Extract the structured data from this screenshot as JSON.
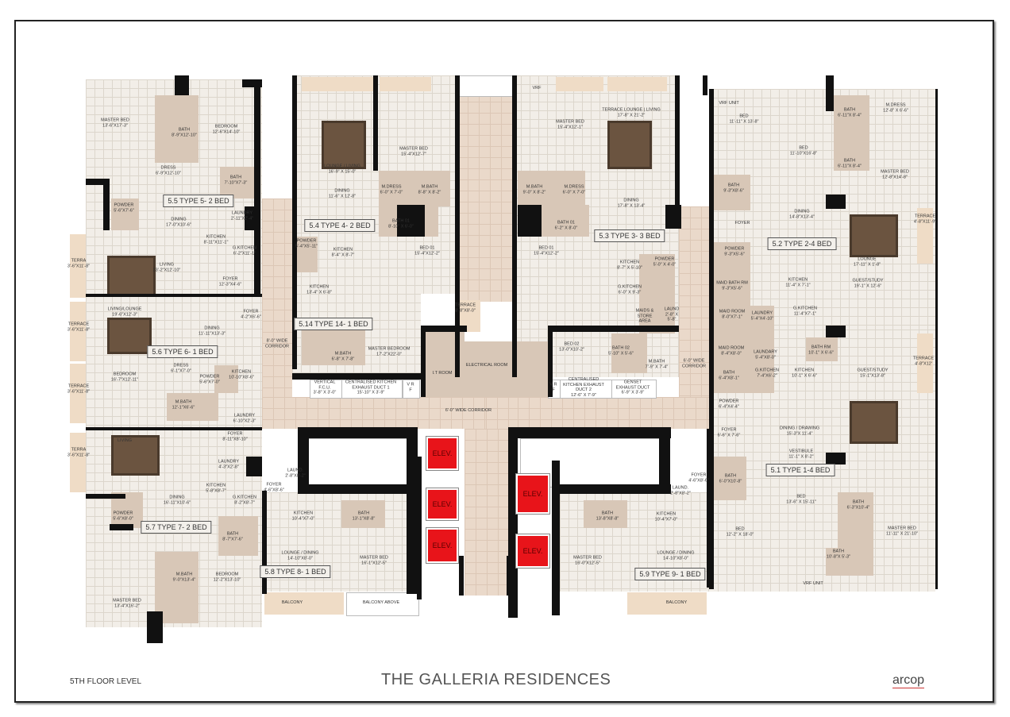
{
  "footer": {
    "floor_level": "5TH FLOOR LEVEL",
    "title": "THE GALLERIA RESIDENCES",
    "brand": "arcop"
  },
  "colors": {
    "elevator": "#e8141a",
    "corridor": "#ead9ca",
    "wall": "#111111",
    "wet_room": "#d8c7b7"
  },
  "units": [
    "5.5 TYPE 5- 2 BED",
    "5.4 TYPE 4- 2 BED",
    "5.3 TYPE 3- 3 BED",
    "5.2 TYPE 2-4 BED",
    "5.14 TYPE 14- 1 BED",
    "5.6 TYPE 6- 1 BED",
    "5.7 TYPE 7- 2 BED",
    "5.1 TYPE 1-4 BED",
    "5.8 TYPE 8- 1 BED",
    "5.9 TYPE 9- 1 BED"
  ],
  "elevators": [
    "ELEV.",
    "ELEV.",
    "ELEV.",
    "ELEV.",
    "ELEV."
  ],
  "rooms": [
    {
      "n": "Master Bed",
      "d": "13'-6\"x17'-3\""
    },
    {
      "n": "Bath",
      "d": "8'-9\"x12'-10\""
    },
    {
      "n": "Bedroom",
      "d": "12'-6\"x14'-10\""
    },
    {
      "n": "Dress",
      "d": "6'-9\"x12'-10\""
    },
    {
      "n": "Bath",
      "d": "7'-10\"x7'-3\""
    },
    {
      "n": "Powder",
      "d": "5'-6\"x7'-6\""
    },
    {
      "n": "Laundry",
      "d": "2'-11\"x2'-4\""
    },
    {
      "n": "Dining",
      "d": "17'-0\"x10'-6\""
    },
    {
      "n": "Kitchen",
      "d": "8'-11\"x11'-1\""
    },
    {
      "n": "G.Kitchen",
      "d": "6'-2\"x11'-1\""
    },
    {
      "n": "Living",
      "d": "23'-2\"x12'-10\""
    },
    {
      "n": "Foyer",
      "d": "12'-3\"x4'-6\""
    },
    {
      "n": "Living/Lounge",
      "d": "19'-6\"x12'-3\""
    },
    {
      "n": "Foyer",
      "d": "4'-2\"x6'-6\""
    },
    {
      "n": "Dining",
      "d": "11'-11\"x13'-3\""
    },
    {
      "n": "Bedroom",
      "d": "16'-7\"x12'-11\""
    },
    {
      "n": "Dress",
      "d": "6'-1\"x7'-0\""
    },
    {
      "n": "Powder",
      "d": "5'-6\"x7'-0\""
    },
    {
      "n": "Kitchen",
      "d": "10'-10\"x8'-6\""
    },
    {
      "n": "M.Bath",
      "d": "12'-1\"x6'-6\""
    },
    {
      "n": "Laundry",
      "d": "6'-10\"x2'-3\""
    },
    {
      "n": "Foyer",
      "d": "8'-11\"x8'-10\""
    },
    {
      "n": "Living",
      "d": ""
    },
    {
      "n": "Laundry",
      "d": "4'-3\"x2'-8\""
    },
    {
      "n": "Kitchen",
      "d": "5'-8\"x8'-7\""
    },
    {
      "n": "G.Kitchen",
      "d": "8'-2\"x8'-7\""
    },
    {
      "n": "Dining",
      "d": "16'-11\"x10'-6\""
    },
    {
      "n": "Powder",
      "d": "5'-6\"x8'-0\""
    },
    {
      "n": "Bath",
      "d": "8'-7\"x7'-6\""
    },
    {
      "n": "M.Bath",
      "d": "9'-0\"x13'-4\""
    },
    {
      "n": "Bedroom",
      "d": "12'-2\"x13'-10\""
    },
    {
      "n": "Master Bed",
      "d": "13'-4\"x16'-2\""
    },
    {
      "n": "Terra",
      "d": "3'-6\"x11'-8\""
    },
    {
      "n": "Terrace",
      "d": "3'-6\"x11'-8\""
    },
    {
      "n": "Terrace",
      "d": "3'-6\"x11'-8\""
    },
    {
      "n": "Terra",
      "d": "3'-6\"x11'-8\""
    },
    {
      "n": "Lounge / Living",
      "d": "16'-9\" x 15'-0\""
    },
    {
      "n": "Dining",
      "d": "11'-6\" x 12'-8\""
    },
    {
      "n": "Master Bed",
      "d": "15'-4\"x12'-7\""
    },
    {
      "n": "M.Dress",
      "d": "6'-0\" x 7'-0\""
    },
    {
      "n": "M.Bath",
      "d": "8'-8\" x 8'-2\""
    },
    {
      "n": "Bath 01",
      "d": "8'-10\" x 6'-0\""
    },
    {
      "n": "Powder",
      "d": "5'-4\"x5'-11\""
    },
    {
      "n": "Kitchen",
      "d": "8'-4\" x 8'-7\""
    },
    {
      "n": "Bed 01",
      "d": "15'-4\"x12'-2\""
    },
    {
      "n": "Kitchen",
      "d": "13'-4\" x 6'-8\""
    },
    {
      "n": "M.Bath",
      "d": "6'-8\" x 7'-8\""
    },
    {
      "n": "Master Bedroom",
      "d": "17'-2\"x22'-0\""
    },
    {
      "n": "Terrace",
      "d": "8'-8\"x8'-0\""
    },
    {
      "n": "VRF",
      "d": ""
    },
    {
      "n": "Master Bed",
      "d": "15'-4\"x12'-1\""
    },
    {
      "n": "Terrace Lounge | Living",
      "d": "17'-8\" x 21'-2\""
    },
    {
      "n": "M.Bath",
      "d": "9'-0\" x 8'-2\""
    },
    {
      "n": "M.Dress",
      "d": "6'-0\" x 7'-0\""
    },
    {
      "n": "Dining",
      "d": "17'-8\" x 13'-4\""
    },
    {
      "n": "Bath 01",
      "d": "6'-2\" x 8'-0\""
    },
    {
      "n": "Bed 01",
      "d": "15'-4\"x12'-2\""
    },
    {
      "n": "Kitchen",
      "d": "8'-7\" x 5'-10\""
    },
    {
      "n": "Powder",
      "d": "5'-0\" x 4'-0\""
    },
    {
      "n": "G.Kitchen",
      "d": "6'-0\" x 9'-3\""
    },
    {
      "n": "Maids & Store Area",
      "d": ""
    },
    {
      "n": "Laund",
      "d": "2'-8\" x 5'-8\""
    },
    {
      "n": "Bed 02",
      "d": "13'-0\"x10'-2\""
    },
    {
      "n": "Bath 02",
      "d": "5'-10\" x 5'-6\""
    },
    {
      "n": "M.Bath",
      "d": "7'-9\" x 7'-4\""
    },
    {
      "n": "8'-0\" Wide Corridor",
      "d": ""
    },
    {
      "n": "6'-0\" Wide Corridor",
      "d": ""
    },
    {
      "n": "6'-0\" Wide Corridor",
      "d": ""
    },
    {
      "n": "I.T Room",
      "d": ""
    },
    {
      "n": "Electrical Room",
      "d": ""
    },
    {
      "n": "Vertical F.C.U.",
      "d": "3'-8\" x 3'-0\""
    },
    {
      "n": "Centralised Kitchen Exhaust Duct 1",
      "d": "15'-10\" x 3'-9\""
    },
    {
      "n": "V R F",
      "d": ""
    },
    {
      "n": "V R F",
      "d": ""
    },
    {
      "n": "Centralised Kitchen Exhaust Duct 2",
      "d": "12'-6\" x 7'-9\""
    },
    {
      "n": "Genset Exhaust Duct",
      "d": "6'-9\" x 3'-9\""
    },
    {
      "n": "VRF Unit",
      "d": ""
    },
    {
      "n": "Bed",
      "d": "11'-11\" x 13'-8\""
    },
    {
      "n": "Bed",
      "d": "11'-10\"x16'-8\""
    },
    {
      "n": "Bath",
      "d": "6'-11\"x 8'-4\""
    },
    {
      "n": "M.Dress",
      "d": "12'-8\" x 6'-6\""
    },
    {
      "n": "Bath",
      "d": "6'-11\"x 8'-4\""
    },
    {
      "n": "Master Bed",
      "d": "12'-8\"x14'-8\""
    },
    {
      "n": "Bath",
      "d": "9'-3\"x8'-6\""
    },
    {
      "n": "Dining",
      "d": "14'-8\"x13'-4\""
    },
    {
      "n": "Foyer",
      "d": ""
    },
    {
      "n": "Terrace",
      "d": "4'-8\"x11'-9\""
    },
    {
      "n": "Lounge",
      "d": "17'-11\" x 1'-8\""
    },
    {
      "n": "Powder",
      "d": "9'-3\"x5'-6\""
    },
    {
      "n": "Kitchen",
      "d": "11'-4\" x 7'-1\""
    },
    {
      "n": "Maid Bath Rm",
      "d": "9'-3\"x5'-6\""
    },
    {
      "n": "Guest/Study",
      "d": "19'-1\" x 12'-6\""
    },
    {
      "n": "G.Kitchen",
      "d": "11'-4\"x7'-1\""
    },
    {
      "n": "Maid Room",
      "d": "8'-0\"x7'-1\""
    },
    {
      "n": "Laundry",
      "d": "5'-4\"x4'-10\""
    },
    {
      "n": "Maid Room",
      "d": "8'-4\"x8'-0\""
    },
    {
      "n": "Laundary",
      "d": "5'-4\"x8'-0\""
    },
    {
      "n": "Bath Rm",
      "d": "10'-1\" X 6'-6\""
    },
    {
      "n": "Terrace",
      "d": "4'-8\"x12'"
    },
    {
      "n": "Guest/Study",
      "d": "15'-1\"x13'-8\""
    },
    {
      "n": "Bath",
      "d": "6'-4\"x8'-1\""
    },
    {
      "n": "G.Kitchen",
      "d": "7'-4\"x6'-2\""
    },
    {
      "n": "Kitchen",
      "d": "10'-1\" x 6'-6\""
    },
    {
      "n": "Powder",
      "d": "6'-4\"x4'-4\""
    },
    {
      "n": "Foyer",
      "d": "6'-6\" x 7'-6\""
    },
    {
      "n": "Dining / Drawing",
      "d": "15'-3\"x 11'-4\""
    },
    {
      "n": "Vestibule",
      "d": "11'-1\" x 8'-2\""
    },
    {
      "n": "Bath",
      "d": "6'-0\"x10'-8\""
    },
    {
      "n": "Bed",
      "d": "13'-6\" x 15'-11\""
    },
    {
      "n": "Bath",
      "d": "6'-3\"X10'-4\""
    },
    {
      "n": "Master Bed",
      "d": "11'-11\" x 21'-10\""
    },
    {
      "n": "Bed",
      "d": "12'-2\" x 18'-0\""
    },
    {
      "n": "Bath",
      "d": "10'-8\"x 5'-3\""
    },
    {
      "n": "VRF Unit",
      "d": ""
    },
    {
      "n": "Laund.",
      "d": "2'-8\"x8'-2\""
    },
    {
      "n": "Foyer",
      "d": "4'-6\"x8'-6\""
    },
    {
      "n": "Kitchen",
      "d": "10'-4\"x7'-0\""
    },
    {
      "n": "Bath",
      "d": "13'-1\"x8'-8\""
    },
    {
      "n": "Master Bed",
      "d": "16'-1\"x12'-5\""
    },
    {
      "n": "Lounge / Dining",
      "d": "14'-10\"x8'-0\""
    },
    {
      "n": "Balcony",
      "d": ""
    },
    {
      "n": "Balcony Above",
      "d": ""
    },
    {
      "n": "Foyer",
      "d": "4'-6\"x8'-6\""
    },
    {
      "n": "Laund.",
      "d": "2'-8\"x8'-2\""
    },
    {
      "n": "Bath",
      "d": "13'-8\"x8'-8\""
    },
    {
      "n": "Kitchen",
      "d": "10'-4\"x7'-0\""
    },
    {
      "n": "Master Bed",
      "d": "16'-0\"x12'-5\""
    },
    {
      "n": "Lounge / Dining",
      "d": "14'-10\"x8'-0\""
    },
    {
      "n": "Balcony",
      "d": ""
    }
  ]
}
